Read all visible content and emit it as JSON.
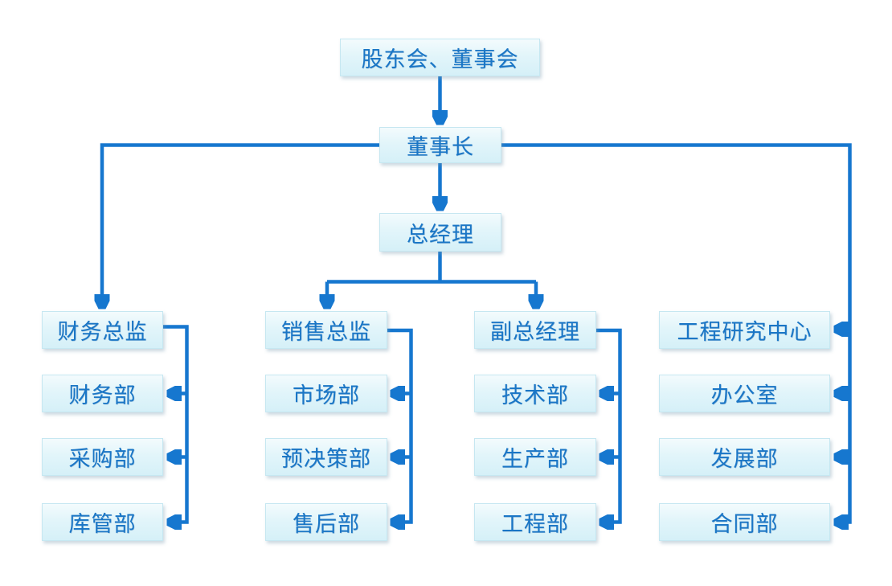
{
  "diagram": {
    "type": "org-chart",
    "nodes": {
      "shareholders_board": "股东会、董事会",
      "chairman": "董事长",
      "general_manager": "总经理",
      "cfo": "财务总监",
      "finance_dept": "财务部",
      "purchasing_dept": "采购部",
      "warehouse_dept": "库管部",
      "sales_director": "销售总监",
      "marketing_dept": "市场部",
      "pre_decision_dept": "预决策部",
      "after_sales_dept": "售后部",
      "deputy_gm": "副总经理",
      "technical_dept": "技术部",
      "production_dept": "生产部",
      "engineering_dept": "工程部",
      "eng_research_center": "工程研究中心",
      "office": "办公室",
      "development_dept": "发展部",
      "contract_dept": "合同部"
    },
    "edges": [
      [
        "shareholders_board",
        "chairman"
      ],
      [
        "chairman",
        "general_manager"
      ],
      [
        "chairman",
        "cfo"
      ],
      [
        "chairman",
        "eng_research_center"
      ],
      [
        "chairman",
        "office"
      ],
      [
        "chairman",
        "development_dept"
      ],
      [
        "chairman",
        "contract_dept"
      ],
      [
        "general_manager",
        "sales_director"
      ],
      [
        "general_manager",
        "deputy_gm"
      ],
      [
        "cfo",
        "finance_dept"
      ],
      [
        "cfo",
        "purchasing_dept"
      ],
      [
        "cfo",
        "warehouse_dept"
      ],
      [
        "sales_director",
        "marketing_dept"
      ],
      [
        "sales_director",
        "pre_decision_dept"
      ],
      [
        "sales_director",
        "after_sales_dept"
      ],
      [
        "deputy_gm",
        "technical_dept"
      ],
      [
        "deputy_gm",
        "production_dept"
      ],
      [
        "deputy_gm",
        "engineering_dept"
      ]
    ]
  },
  "colors": {
    "connector_line": "#1677cf",
    "node_text": "#1a76c6",
    "node_fill_top": "#f3fbfd",
    "node_fill_bottom": "#d5f0f8",
    "node_border": "#c6e7f1",
    "background": "#ffffff"
  }
}
